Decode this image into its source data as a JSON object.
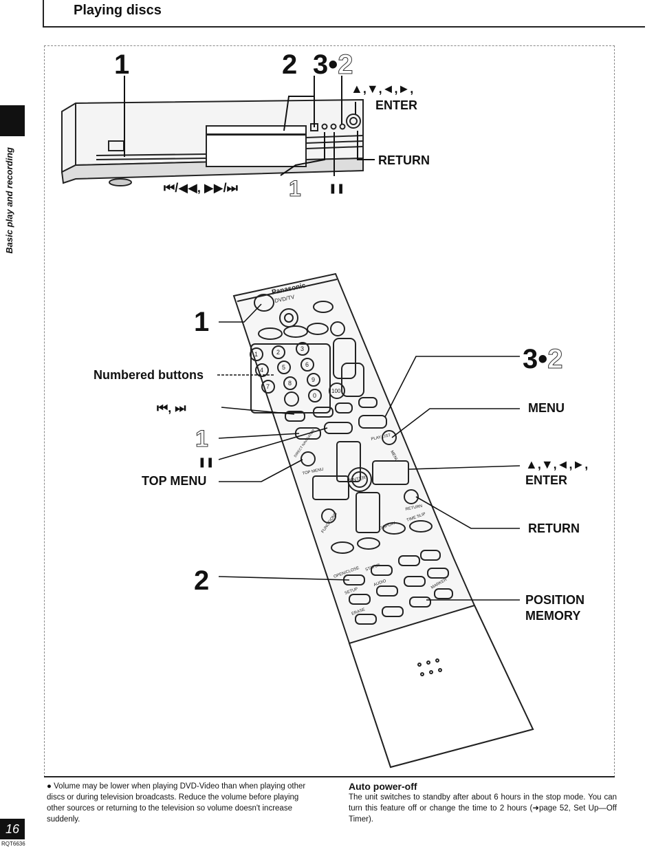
{
  "header": {
    "title": "Playing discs"
  },
  "sidebar": {
    "section": "Basic play and recording",
    "page_number": "16",
    "code": "RQT6636"
  },
  "player_callouts": {
    "step1": "1",
    "step2": "2",
    "step3": "3",
    "step3_sub": "2",
    "arrows": "▲,▼,◄,►,",
    "enter": "ENTER",
    "return": "RETURN",
    "skip_search": "⏮/◀◀, ▶▶/⏭",
    "play_icon": "1",
    "pause": "❚❚"
  },
  "remote_callouts": {
    "step1": "1",
    "numbered_buttons": "Numbered buttons",
    "skip": "⏮, ⏭",
    "play_icon": "1",
    "pause": "❚❚",
    "top_menu": "TOP MENU",
    "step2": "2",
    "step3": "3",
    "step3_sub": "2",
    "menu": "MENU",
    "arrows": "▲,▼,◄,►,",
    "enter": "ENTER",
    "return": "RETURN",
    "position": "POSITION",
    "memory": "MEMORY"
  },
  "remote_labels": {
    "brand": "Panasonic",
    "model": "DVD/TV",
    "enter_key": "ENTER",
    "play_list": "PLAY LIST",
    "menu": "MENU",
    "top_menu": "TOP MENU",
    "direct_navigator": "DIRECT NAVIGATOR",
    "return": "RETURN",
    "functions": "FUNCTIONS",
    "display": "DISPLAY",
    "time_slip": "TIME SLIP",
    "status": "STATUS",
    "open_close": "OPEN/CLOSE",
    "setup": "SETUP",
    "audio": "AUDIO",
    "erase": "ERASE",
    "marker": "MARKER",
    "keys": [
      "1",
      "2",
      "3",
      "4",
      "5",
      "6",
      "7",
      "8",
      "9",
      "0",
      "100"
    ]
  },
  "notes": {
    "left": "● Volume may be lower when playing DVD-Video than when playing other discs or during television broadcasts. Reduce the volume before playing other sources or returning to the television so volume doesn't increase suddenly.",
    "right_heading": "Auto power-off",
    "right_body": "The unit switches to standby after about 6 hours in the stop mode. You can turn this feature off or change the time to 2 hours (➜page 52, Set Up—Off Timer)."
  }
}
